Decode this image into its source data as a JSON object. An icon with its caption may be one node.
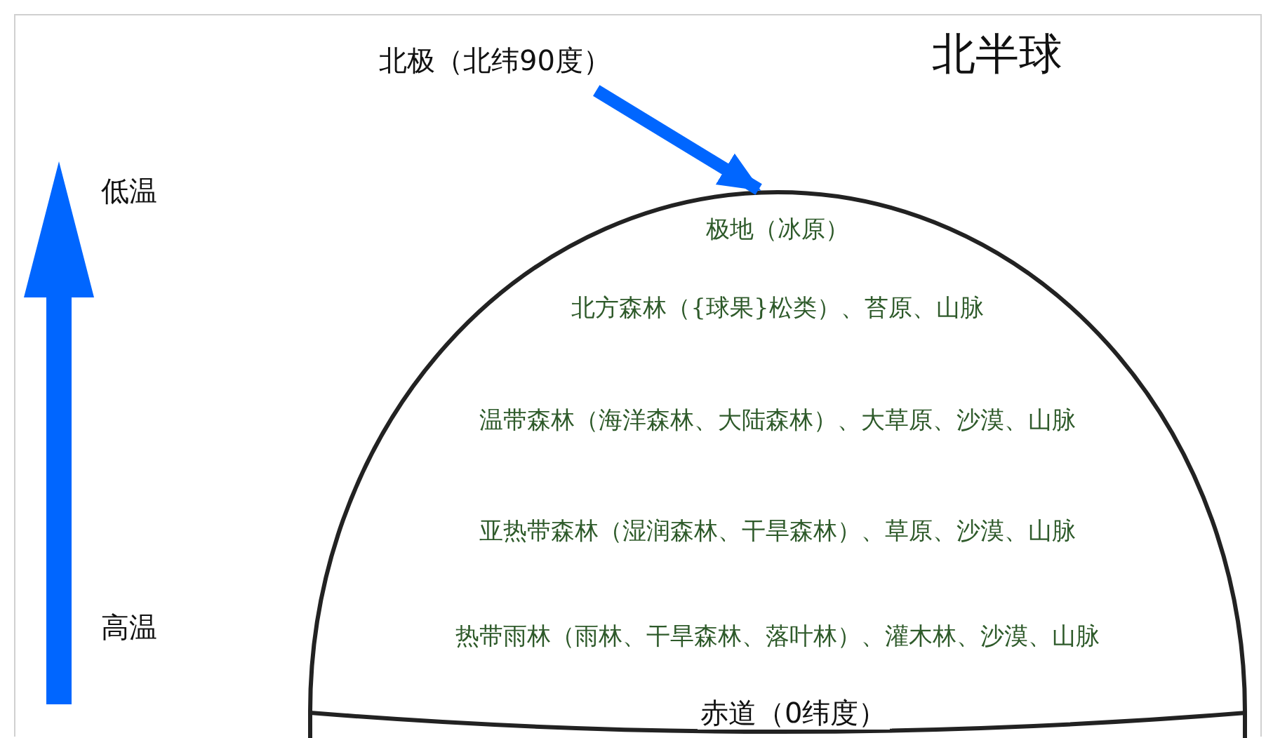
{
  "diagram": {
    "title": "北半球",
    "nodes": [
      {
        "text": [
          "极地（冰原）",
          "北方森林（{球果}松类）、苔原、山脉",
          "温带森林（海洋森林、大陆森林）、大草原、沙漠、山脉",
          "亚热带森林（湿润森林、干旱森林）、草原、沙漠、山脉",
          "热带雨林（雨林、干旱森林、落叶林）、灌木林、沙漠、山脉"
        ]
      },
      {
        "text": [
          "北极（北纬90度）"
        ]
      }
    ],
    "edges": [
      {
        "from": 1,
        "to": 0,
        "arrow": "to",
        "color": "#0066ff"
      }
    ],
    "labels": [
      "低温",
      "高温",
      "赤道（0纬度）"
    ]
  }
}
